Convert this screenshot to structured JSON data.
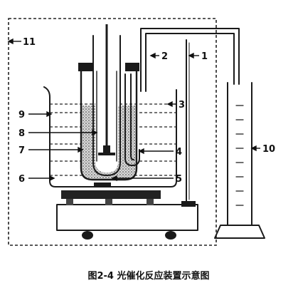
{
  "labels": {
    "l1": "1",
    "l2": "2",
    "l3": "3",
    "l4": "4",
    "l5": "5",
    "l6": "6",
    "l7": "7",
    "l8": "8",
    "l9": "9",
    "l10": "10",
    "l11": "11"
  },
  "caption": "图2-4  光催化反应装置示意图"
}
